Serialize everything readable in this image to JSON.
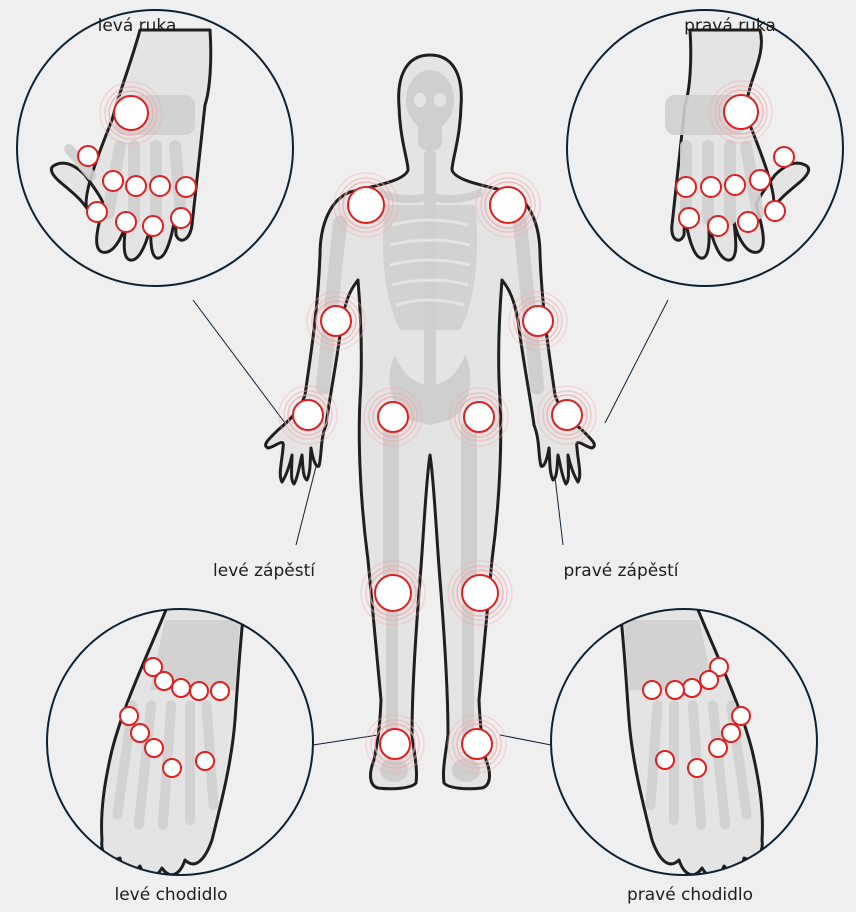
{
  "labels": {
    "left_hand": "levá ruka",
    "right_hand": "pravá ruka",
    "left_wrist": "levé zápěstí",
    "right_wrist": "pravé zápěstí",
    "left_foot": "levé chodidlo",
    "right_foot": "pravé chodidlo"
  },
  "colors": {
    "background": "#efefef",
    "outline": "#1f1f1f",
    "circle_outline": "#0e2233",
    "bone": "#cfcfcf",
    "skin": "#e4e4e4",
    "joint_fill": "#ffffff",
    "joint_stroke": "#e02020",
    "ripple": "#f1a9a9"
  }
}
